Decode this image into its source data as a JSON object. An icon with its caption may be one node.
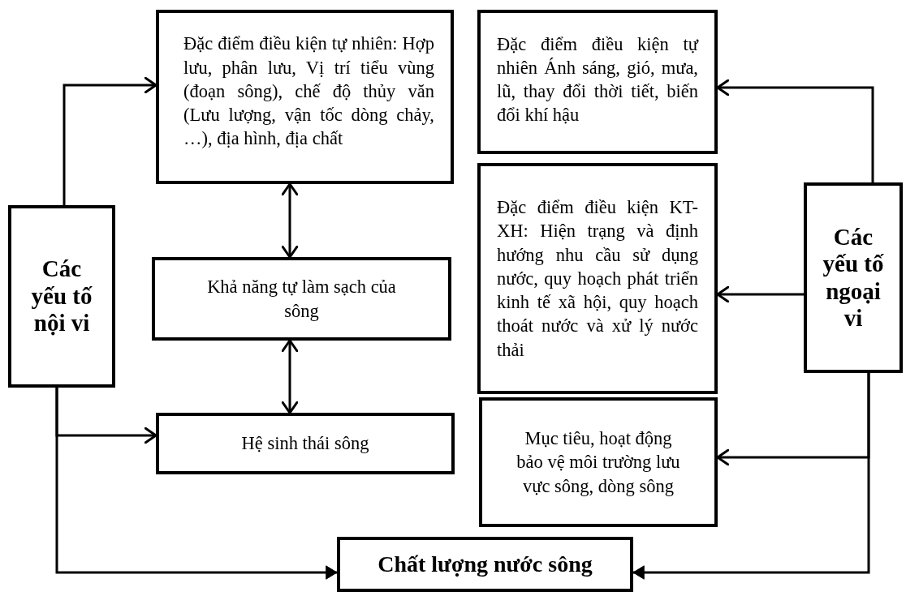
{
  "diagram": {
    "nodes": [
      {
        "text": [
          "Các yếu tố nội vi"
        ]
      },
      {
        "text": [
          "Đặc điểm điều kiện tự nhiên: Hợp lưu, phân lưu, Vị trí tiểu vùng (đoạn sông), chế độ thủy văn (Lưu lượng, vận tốc dòng chảy, …), địa hình, địa chất"
        ]
      },
      {
        "text": [
          "Khả năng tự làm sạch của sông"
        ]
      },
      {
        "text": [
          "Hệ sinh thái sông"
        ]
      },
      {
        "text": [
          "Đặc điểm điều kiện tự nhiên Ánh sáng, gió, mưa, lũ, thay đổi thời tiết, biến đổi khí hậu"
        ]
      },
      {
        "text": [
          "Đặc điểm điều kiện KT-XH: Hiện trạng và định hướng nhu cầu sử dụng nước, quy hoạch phát triển kinh tế xã hội, quy hoạch thoát nước và xử lý nước thải"
        ]
      },
      {
        "text": [
          "Các yếu tố ngoại vi"
        ]
      },
      {
        "text": [
          "Mục tiêu, hoạt động bảo vệ môi trường lưu vực sông, dòng sông"
        ]
      },
      {
        "text": [
          "Chất lượng nước sông"
        ]
      }
    ],
    "edges": [
      {
        "from": 0,
        "to": 1,
        "arrow": "to"
      },
      {
        "from": 1,
        "to": 2,
        "arrow": "both"
      },
      {
        "from": 2,
        "to": 3,
        "arrow": "both"
      },
      {
        "from": 0,
        "to": 3,
        "arrow": "to"
      },
      {
        "from": 0,
        "to": 8,
        "arrow": "to"
      },
      {
        "from": 6,
        "to": 4,
        "arrow": "to"
      },
      {
        "from": 6,
        "to": 5,
        "arrow": "to"
      },
      {
        "from": 6,
        "to": 7,
        "arrow": "to"
      },
      {
        "from": 6,
        "to": 8,
        "arrow": "to"
      }
    ]
  }
}
